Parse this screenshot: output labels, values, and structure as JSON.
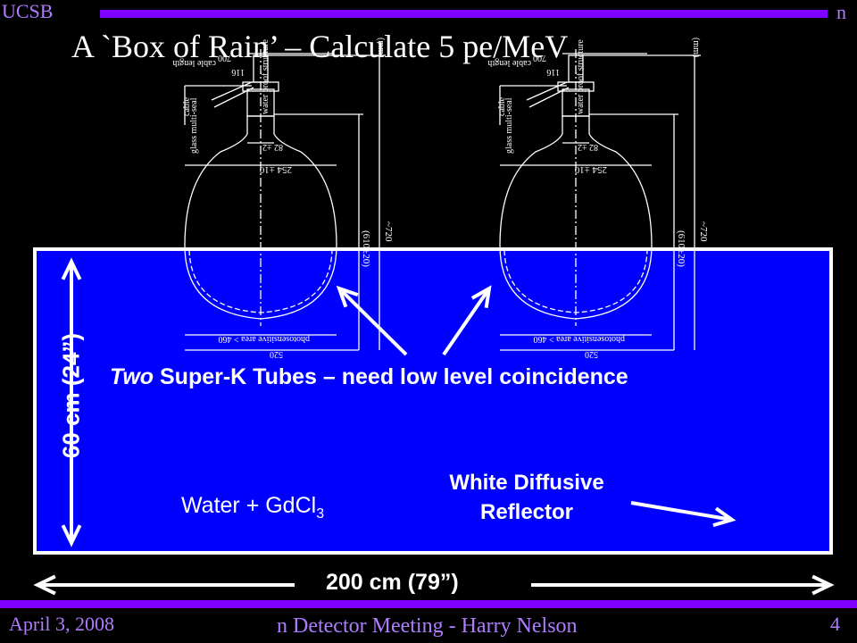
{
  "header": {
    "left": "UCSB",
    "right": "n"
  },
  "title": "A `Box of Rain’ – Calculate 5 pe/MeV",
  "tank": {
    "fill_color": "#0000ff",
    "border_color": "#ffffff",
    "tubes_label_em": "Two",
    "tubes_label_rest": " Super-K Tubes – need low level coincidence",
    "reflector_line1": "White Diffusive",
    "reflector_line2": "Reflector",
    "water_label_main": "Water + GdCl",
    "water_label_sub": "3",
    "height_label": "60 cm (24”)",
    "width_label": "200 cm (79”)"
  },
  "drawing": {
    "units": "(mm)",
    "cable_length": "cable length",
    "cable_length_value": "116",
    "cable": "cable",
    "glass_seal": "glass multi-seal",
    "water_proof": "water proof structure",
    "neck_dia": "82 ±2",
    "bulb_dia": "254 ±10",
    "height_inner": "(610±20)",
    "height_total": "~720",
    "photosensitive": "photosensitive area > 460",
    "outer_dia": "520",
    "top_value": "700"
  },
  "footer": {
    "date": "April 3, 2008",
    "meeting": "n Detector Meeting - Harry Nelson",
    "page": "4"
  },
  "colors": {
    "accent": "#8000ff",
    "accent_text": "#b07cff",
    "tank": "#0000ff"
  }
}
